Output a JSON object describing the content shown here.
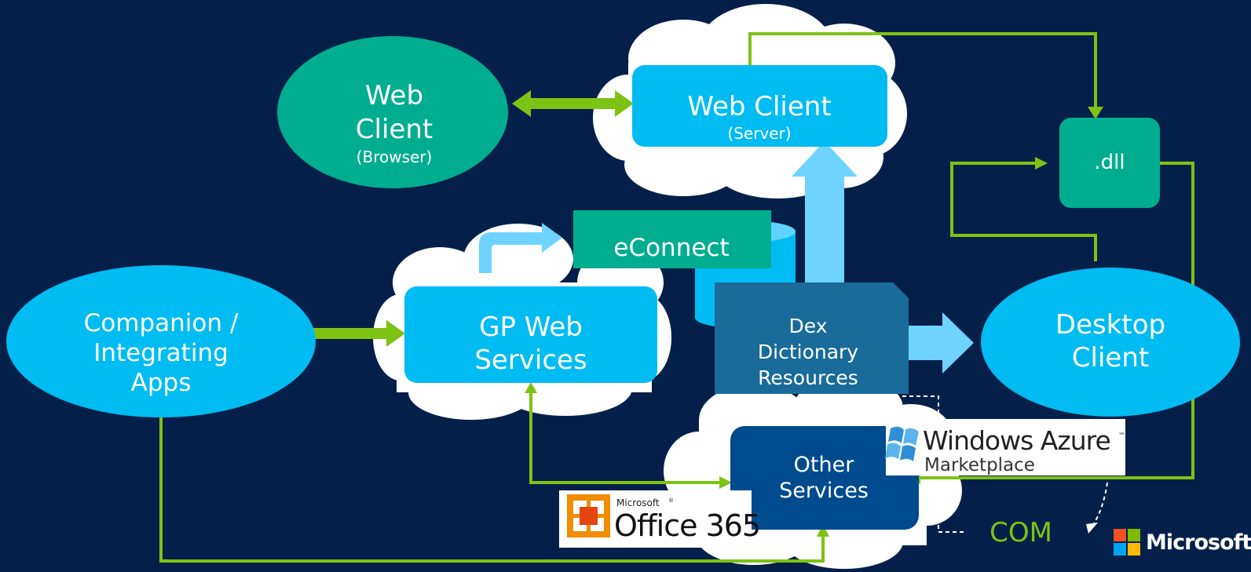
{
  "nodes": {
    "web_client_browser": {
      "line1": "Web",
      "line2": "Client",
      "sub": "(Browser)"
    },
    "web_client_server": {
      "title": "Web Client",
      "sub": "(Server)"
    },
    "dll": {
      "label": ".dll"
    },
    "econnect": {
      "label": "eConnect"
    },
    "companion": {
      "line1": "Companion /",
      "line2": "Integrating",
      "line3": "Apps"
    },
    "gp_web_services": {
      "line1": "GP Web",
      "line2": "Services"
    },
    "dex": {
      "line1": "Dex",
      "line2": "Dictionary",
      "line3": "Resources"
    },
    "desktop_client": {
      "line1": "Desktop",
      "line2": "Client"
    },
    "other_services": {
      "line1": "Other",
      "line2": "Services"
    }
  },
  "logos": {
    "windows_azure": {
      "title": "Windows Azure",
      "trademark": "™",
      "sub": "Marketplace"
    },
    "office365": {
      "small": "Microsoft",
      "registered": "®",
      "title": "Office 365"
    },
    "microsoft": {
      "title": "Microsoft"
    }
  },
  "labels": {
    "com": "COM"
  },
  "colors": {
    "background": "#04204a",
    "teal": "#00ae8f",
    "cyan": "#00bcf2",
    "light_arrow": "#6fd3ff",
    "green": "#7dc313",
    "dex_blue": "#1a6b99",
    "other_blue": "#004b8d"
  }
}
